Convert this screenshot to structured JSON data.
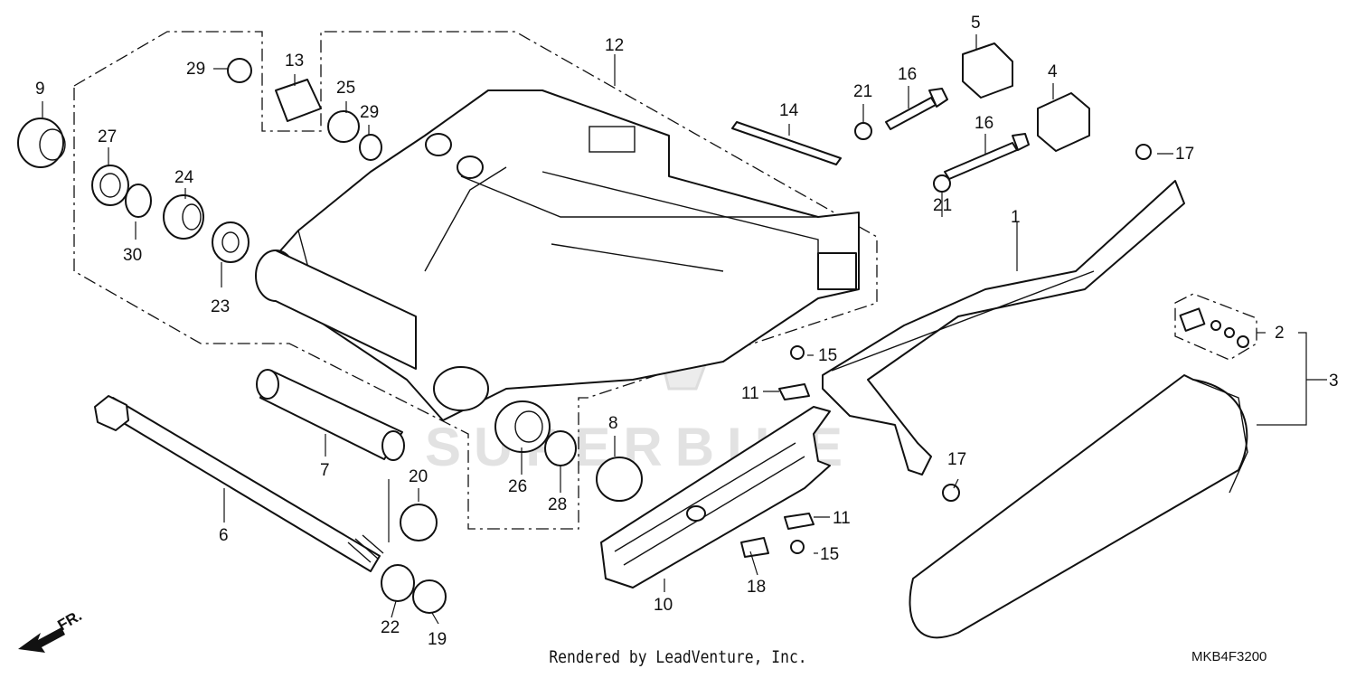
{
  "footer": {
    "credit": "Rendered by LeadVenture, Inc.",
    "diagram_code": "MKB4F3200"
  },
  "front_indicator": "FR.",
  "watermark_text": "SUPERBIKE",
  "callouts": [
    "1",
    "2",
    "3",
    "4",
    "5",
    "6",
    "7",
    "8",
    "9",
    "10",
    "11",
    "11",
    "12",
    "13",
    "14",
    "15",
    "15",
    "16",
    "16",
    "17",
    "17",
    "18",
    "19",
    "20",
    "21",
    "21",
    "22",
    "23",
    "24",
    "25",
    "26",
    "27",
    "28",
    "29",
    "29",
    "30"
  ]
}
